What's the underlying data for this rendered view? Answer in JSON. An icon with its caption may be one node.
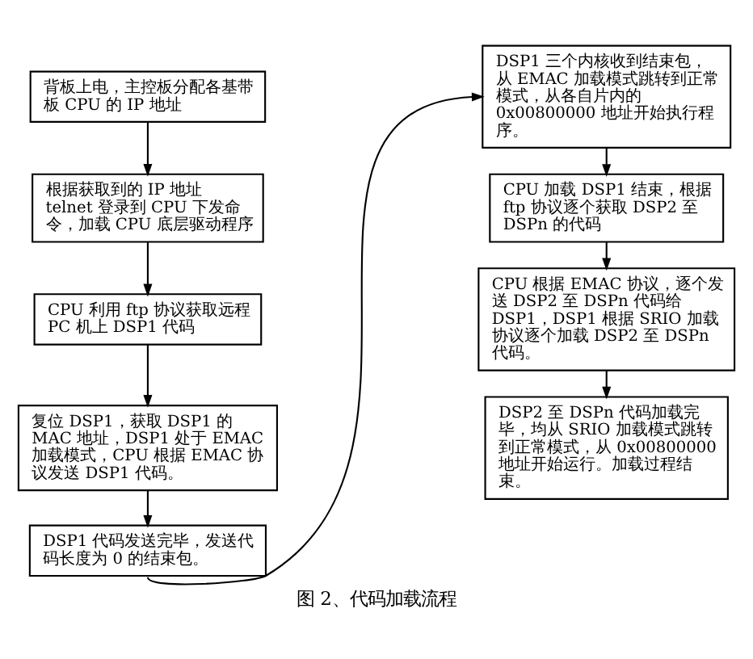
{
  "diagram": {
    "caption": "图 2、代码加载流程",
    "nodes": [
      {
        "text": [
          "背板上电，主控板分配各基带板 CPU 的 IP 地址"
        ]
      },
      {
        "text": [
          "根据获取到的 IP 地址 telnet 登录到 CPU 下发命令，加载 CPU 底层驱动程序"
        ]
      },
      {
        "text": [
          "CPU 利用 ftp 协议获取远程 PC 机上 DSP1 代码"
        ]
      },
      {
        "text": [
          "复位 DSP1，获取 DSP1 的 MAC 地址，DSP1 处于 EMAC 加载模式，CPU 根据 EMAC 协议发送 DSP1 代码。"
        ]
      },
      {
        "text": [
          "DSP1 代码发送完毕，发送代码长度为 0 的结束包。"
        ]
      },
      {
        "text": [
          "DSP1 三个内核收到结束包，从 EMAC 加载模式跳转到正常模式，从各自片内的 0x00800000 地址开始执行程序。"
        ]
      },
      {
        "text": [
          "CPU 加载 DSP1 结束，根据 ftp 协议逐个获取 DSP2 至 DSPn 的代码"
        ]
      },
      {
        "text": [
          "CPU 根据 EMAC 协议，逐个发送 DSP2 至 DSPn 代码给 DSP1，DSP1 根据 SRIO 加载协议逐个加载 DSP2 至 DSPn 代码。"
        ]
      },
      {
        "text": [
          "DSP2 至 DSPn 代码加载完毕，均从 SRIO 加载模式跳转到正常模式，从 0x00800000 地址开始运行。加载过程结束。"
        ]
      }
    ],
    "edges": [
      {
        "from": 0,
        "to": 1,
        "arrow": "to"
      },
      {
        "from": 1,
        "to": 2,
        "arrow": "to"
      },
      {
        "from": 2,
        "to": 3,
        "arrow": "to"
      },
      {
        "from": 3,
        "to": 4,
        "arrow": "to"
      },
      {
        "from": 4,
        "to": 5,
        "arrow": "to"
      },
      {
        "from": 5,
        "to": 6,
        "arrow": "to"
      },
      {
        "from": 6,
        "to": 7,
        "arrow": "to"
      },
      {
        "from": 7,
        "to": 8,
        "arrow": "to"
      }
    ]
  }
}
